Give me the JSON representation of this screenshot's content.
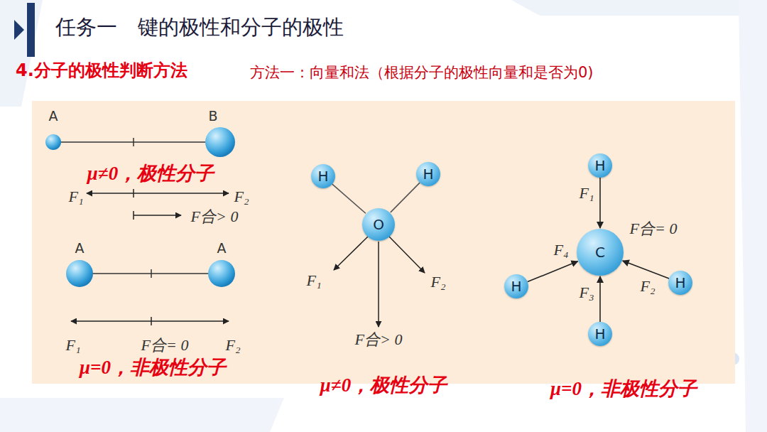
{
  "diagram": {
    "title": "任务一　键的极性和分子的极性",
    "nodes": [
      {
        "text": [
          "H"
        ]
      },
      {
        "text": [
          "H"
        ]
      },
      {
        "text": [
          "O"
        ]
      },
      {
        "text": [
          "H"
        ]
      },
      {
        "text": [
          "C"
        ]
      },
      {
        "text": [
          "H"
        ]
      },
      {
        "text": [
          "H"
        ]
      },
      {
        "text": [
          "H"
        ]
      }
    ],
    "edges": [
      {
        "from": 0,
        "to": 2,
        "arrow": "none"
      },
      {
        "from": 1,
        "to": 2,
        "arrow": "none"
      },
      {
        "from": 3,
        "to": 4,
        "arrow": "to"
      },
      {
        "from": 6,
        "to": 4,
        "arrow": "to"
      },
      {
        "from": 7,
        "to": 4,
        "arrow": "to"
      },
      {
        "from": 5,
        "to": 4,
        "arrow": "to"
      }
    ],
    "labels": [
      "4.分子的极性判断方法",
      "方法一：向量和法（根据分子的极性向量和是否为0)",
      "A",
      "B",
      "μ≠0，极性分子",
      "F₁",
      "F₂",
      "F合> 0",
      "A",
      "A",
      "F₁",
      "F合= 0",
      "F₂",
      "μ=0，非极性分子",
      "F₁",
      "F₂",
      "F合> 0",
      "μ≠0，极性分子",
      "F₁",
      "F合= 0",
      "F₄",
      "F₂",
      "F₃",
      "μ=0，非极性分子"
    ]
  }
}
